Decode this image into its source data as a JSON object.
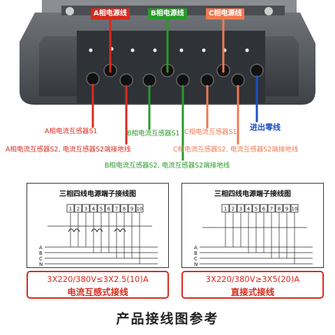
{
  "top_labels": {
    "a_line": "A相电源线",
    "b_line": "B相电源线",
    "c_line": "C相电源线"
  },
  "callouts": {
    "a_s1": "A相电流互感器S1",
    "b_s1": "B相电流互感器S1",
    "c_s1": "C相电流互感器S1",
    "neutral_in": "进出零线",
    "a_s2": "A相电流互感器S2, 电流互感器S2端接地线",
    "c_s2": "C相电流互感器S2, 电流互感器S2端接地线",
    "b_s2": "B相电流互感器S2, 电流互感器S2端接地线"
  },
  "diagrams": {
    "left": {
      "title": "三相四线电源端子接线图",
      "terminals": [
        "1",
        "2",
        "3",
        "4",
        "5",
        "6",
        "7",
        "8",
        "9",
        "10"
      ],
      "bus_labels": [
        "A",
        "B",
        "C",
        "N"
      ],
      "rating": "3X220/380V≤3X2.5(10)A",
      "mode": "电流互感式接线"
    },
    "right": {
      "title": "三相四线电源端子接线图",
      "terminals": [
        "1",
        "2",
        "3",
        "4",
        "5",
        "6",
        "7",
        "8",
        "9",
        "10"
      ],
      "bus_labels": [
        "A",
        "B",
        "C",
        "N"
      ],
      "rating": "3X220/380V≥3X5(20)A",
      "mode": "直接式接线"
    }
  },
  "footer": "产品接线图参考",
  "colors": {
    "phase_a": "#d62b1e",
    "phase_b": "#2a9a2a",
    "phase_c": "#f07a50",
    "neutral": "#1f4fc4"
  }
}
